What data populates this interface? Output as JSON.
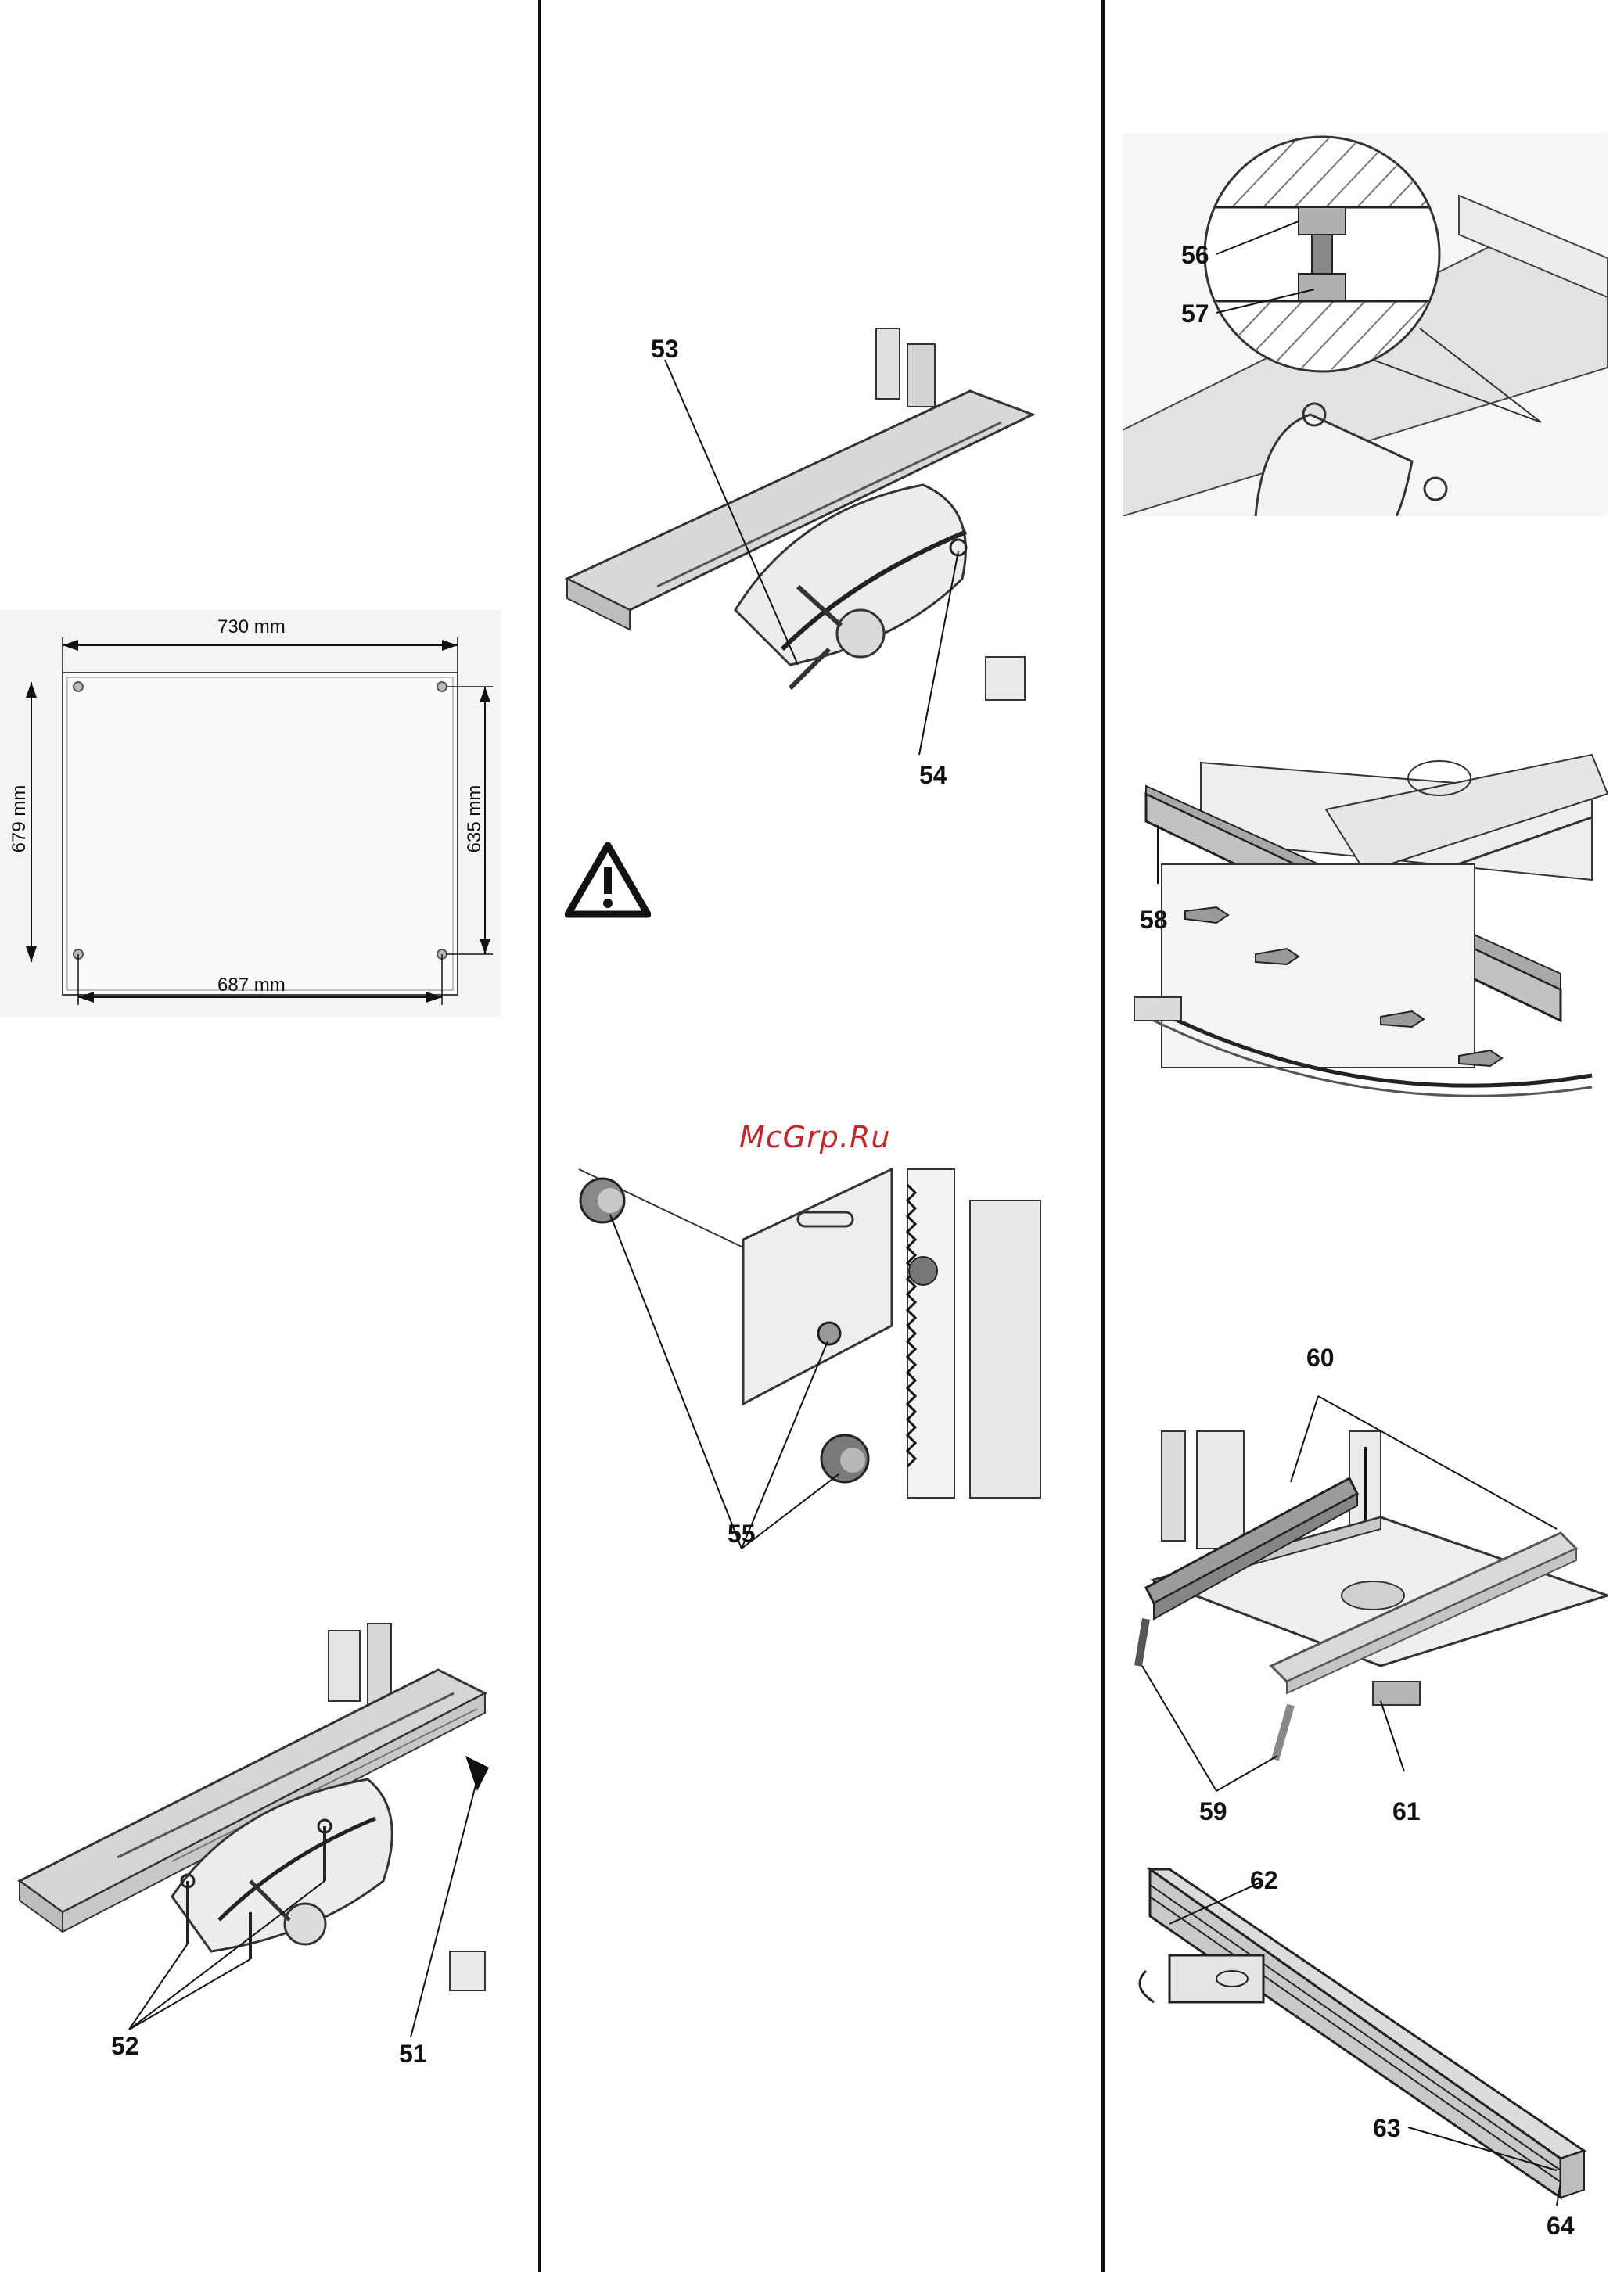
{
  "watermark": "McGrp.Ru",
  "base_plate_figure": {
    "top_dimension": "730 mm",
    "left_dimension": "679 mm",
    "right_dimension": "635 mm",
    "bottom_dimension": "687 mm"
  },
  "labels": {
    "n51": "51",
    "n52": "52",
    "n53": "53",
    "n54": "54",
    "n55": "55",
    "n56": "56",
    "n57": "57",
    "n58": "58",
    "n59": "59",
    "n60": "60",
    "n61": "61",
    "n62": "62",
    "n63": "63",
    "n64": "64"
  },
  "icons": [
    "warning-triangle-icon"
  ],
  "colors": {
    "watermark": "#c0282d",
    "rule": "#111111"
  }
}
